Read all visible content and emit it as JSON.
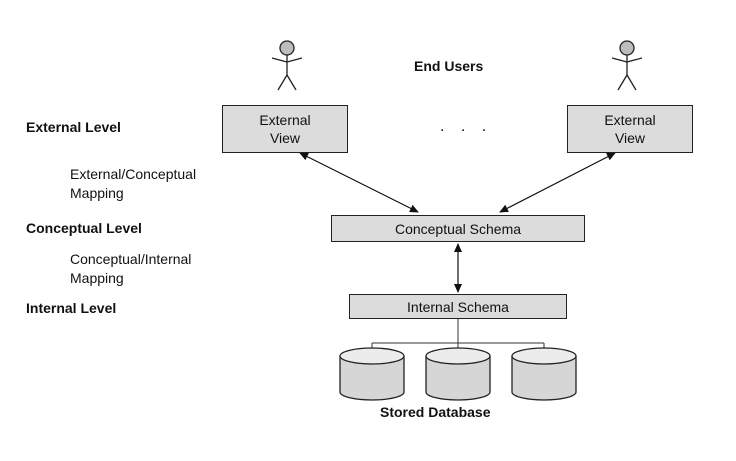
{
  "end_users_label": "End Users",
  "levels": {
    "external": "External Level",
    "conceptual": "Conceptual Level",
    "internal": "Internal Level"
  },
  "mappings": {
    "external_conceptual": "External/Conceptual\nMapping",
    "conceptual_internal": "Conceptual/Internal\nMapping"
  },
  "boxes": {
    "external_view_left": "External\nView",
    "external_view_right": "External\nView",
    "conceptual_schema": "Conceptual Schema",
    "internal_schema": "Internal Schema"
  },
  "ellipsis": ". . .",
  "stored_database_label": "Stored Database"
}
